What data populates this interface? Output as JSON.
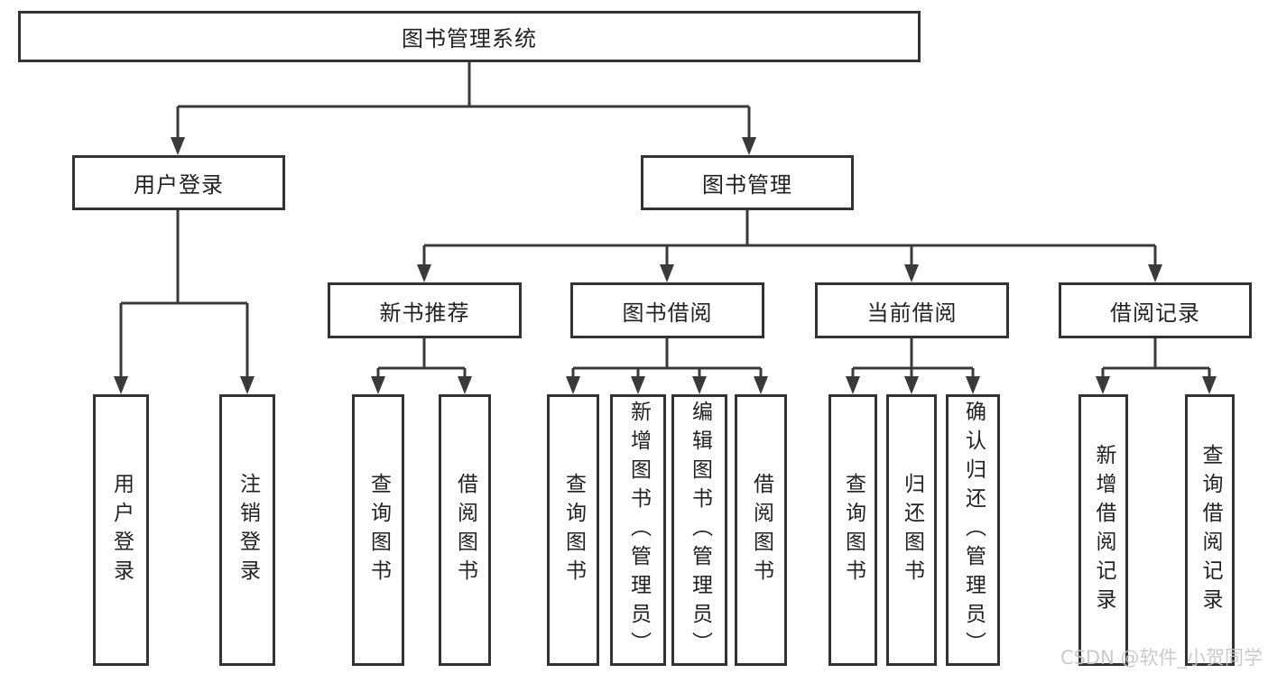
{
  "colors": {
    "line": "#3a3a3a",
    "box_border": "#333333",
    "box_fill": "#ffffff",
    "text": "#222222",
    "watermark": "#c5c5c5",
    "background": "#ffffff"
  },
  "watermark": {
    "text": "CSDN @软件_小贺同学"
  },
  "tree": {
    "root": {
      "label": "图书管理系统",
      "children": [
        {
          "label": "用户登录",
          "children": [
            {
              "label": "用户登录"
            },
            {
              "label": "注销登录"
            }
          ]
        },
        {
          "label": "图书管理",
          "children": [
            {
              "label": "新书推荐",
              "children": [
                {
                  "label": "查询图书"
                },
                {
                  "label": "借阅图书"
                }
              ]
            },
            {
              "label": "图书借阅",
              "children": [
                {
                  "label": "查询图书"
                },
                {
                  "label": "新增图书（管理员）"
                },
                {
                  "label": "编辑图书（管理员）"
                },
                {
                  "label": "借阅图书"
                }
              ]
            },
            {
              "label": "当前借阅",
              "children": [
                {
                  "label": "查询图书"
                },
                {
                  "label": "归还图书"
                },
                {
                  "label": "确认归还（管理员）"
                }
              ]
            },
            {
              "label": "借阅记录",
              "children": [
                {
                  "label": "新增借阅记录"
                },
                {
                  "label": "查询借阅记录"
                }
              ]
            }
          ]
        }
      ]
    }
  }
}
